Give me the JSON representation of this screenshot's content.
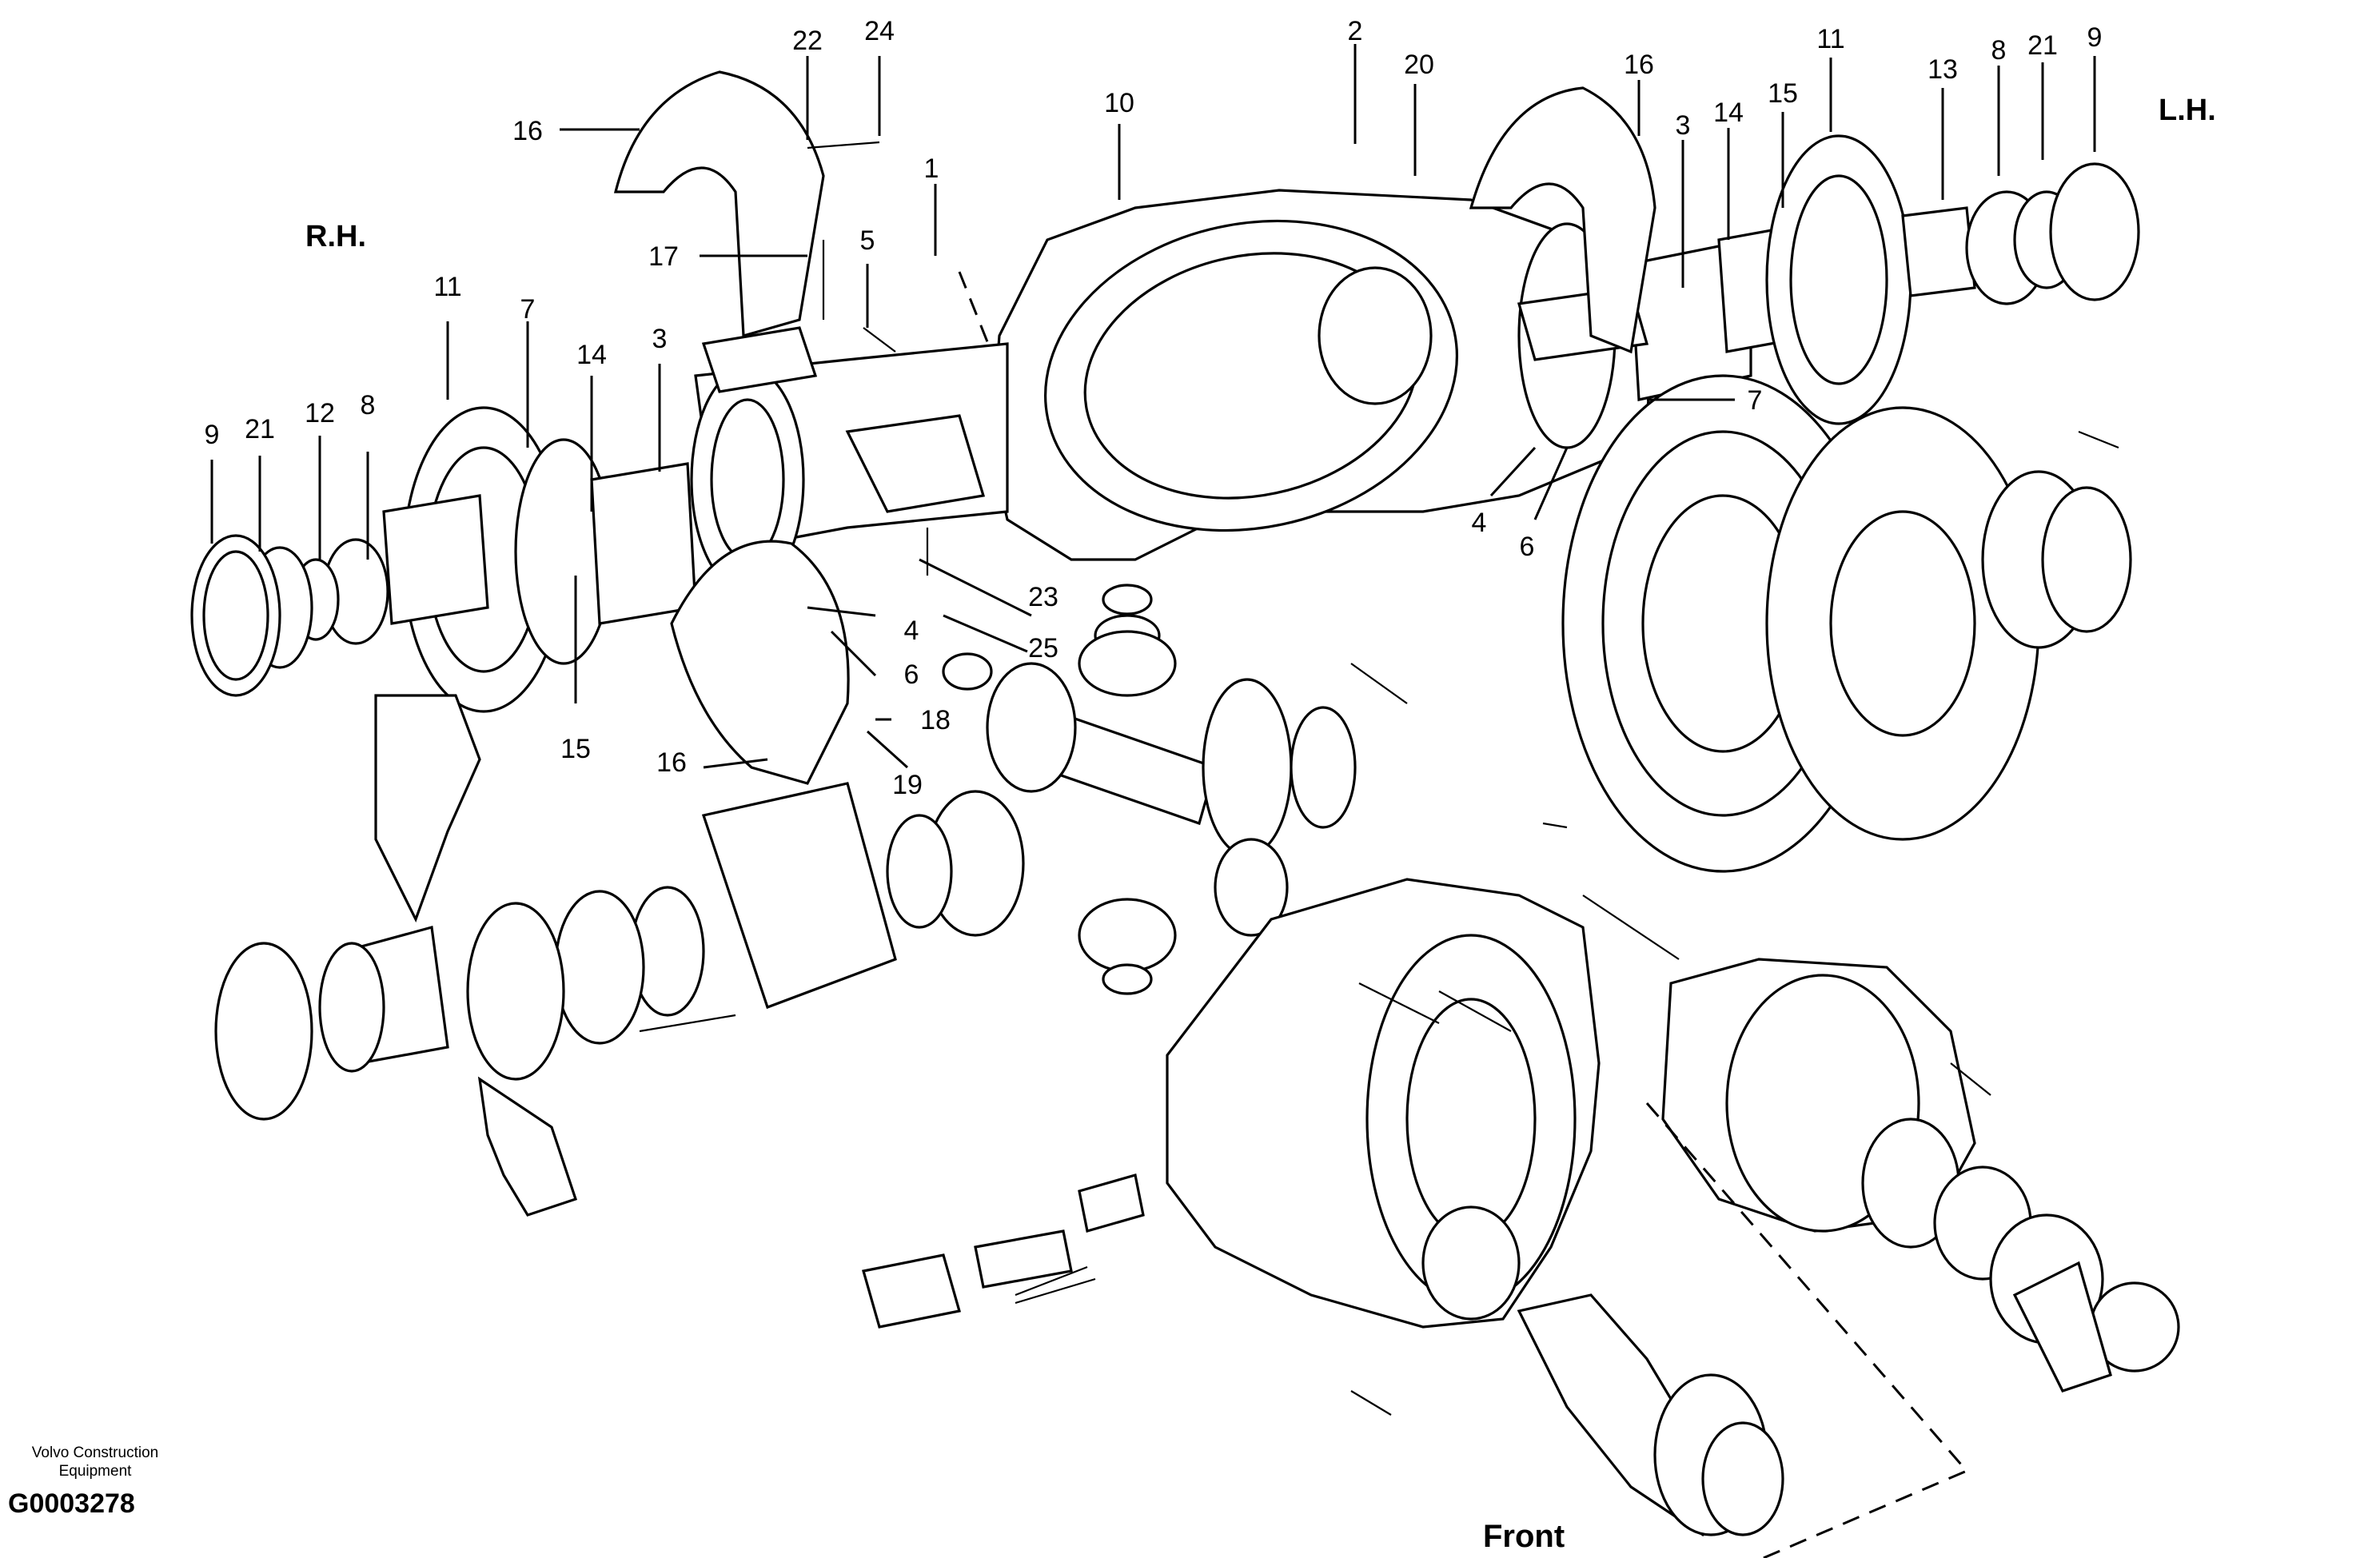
{
  "diagram": {
    "side_labels": {
      "right": "R.H.",
      "left": "L.H.",
      "front": "Front"
    },
    "callouts": {
      "c1": "1",
      "c2": "2",
      "c3a": "3",
      "c3b": "3",
      "c4a": "4",
      "c4b": "4",
      "c5": "5",
      "c6a": "6",
      "c6b": "6",
      "c7a": "7",
      "c7b": "7",
      "c8a": "8",
      "c8b": "8",
      "c9a": "9",
      "c9b": "9",
      "c10": "10",
      "c11a": "11",
      "c11b": "11",
      "c12": "12",
      "c13": "13",
      "c14a": "14",
      "c14b": "14",
      "c15a": "15",
      "c15b": "15",
      "c16a": "16",
      "c16b": "16",
      "c16c": "16",
      "c17": "17",
      "c18": "18",
      "c19": "19",
      "c20": "20",
      "c21a": "21",
      "c21b": "21",
      "c22": "22",
      "c23": "23",
      "c24": "24",
      "c25": "25"
    }
  },
  "footer": {
    "credit_line1": "Volvo Construction",
    "credit_line2": "Equipment",
    "code": "G0003278"
  }
}
